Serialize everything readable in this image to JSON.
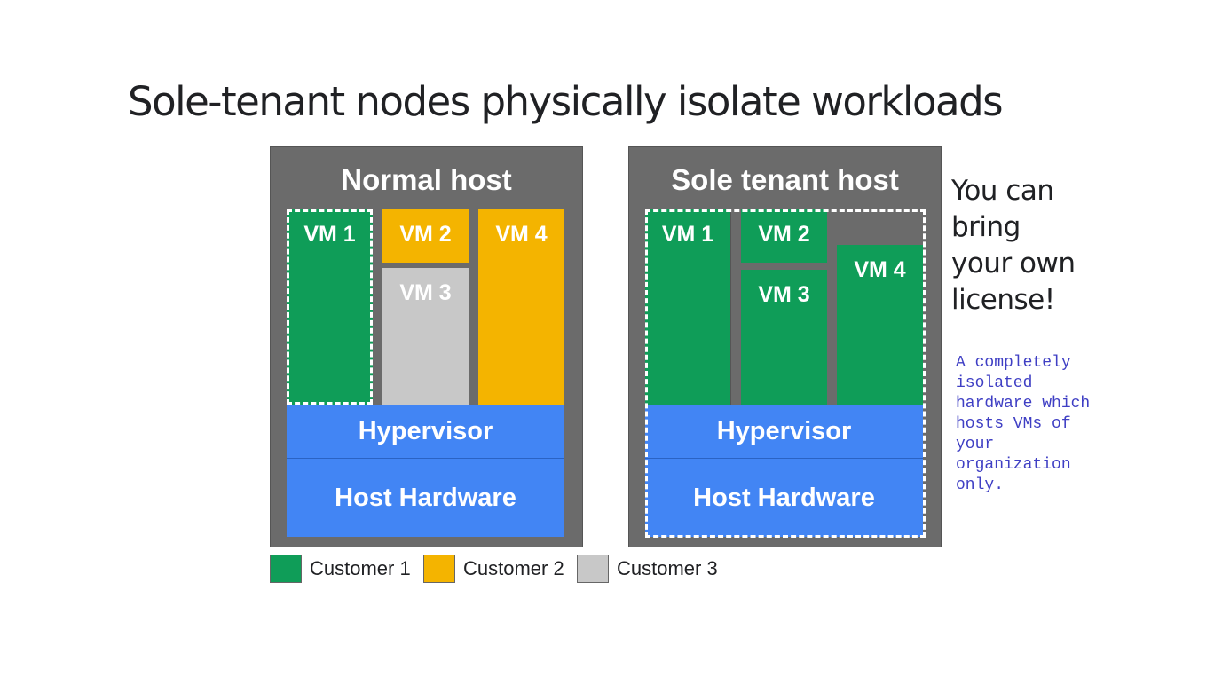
{
  "title": "Sole-tenant nodes physically isolate workloads",
  "normal_host": {
    "title": "Normal host",
    "vm1": "VM 1",
    "vm2": "VM 2",
    "vm3": "VM 3",
    "vm4": "VM 4",
    "hypervisor": "Hypervisor",
    "hardware": "Host Hardware"
  },
  "sole_host": {
    "title": "Sole tenant host",
    "vm1": "VM 1",
    "vm2": "VM 2",
    "vm3": "VM 3",
    "vm4": "VM 4",
    "hypervisor": "Hypervisor",
    "hardware": "Host Hardware"
  },
  "legend": [
    {
      "label": "Customer 1",
      "color": "#0f9d58"
    },
    {
      "label": "Customer 2",
      "color": "#f4b400"
    },
    {
      "label": "Customer 3",
      "color": "#c8c8c8"
    }
  ],
  "callout_lines": [
    "You can",
    "bring",
    "your own",
    "license!"
  ],
  "note_lines": [
    "A completely",
    "isolated",
    "hardware which",
    "hosts VMs of",
    "your",
    "organization",
    "only."
  ]
}
